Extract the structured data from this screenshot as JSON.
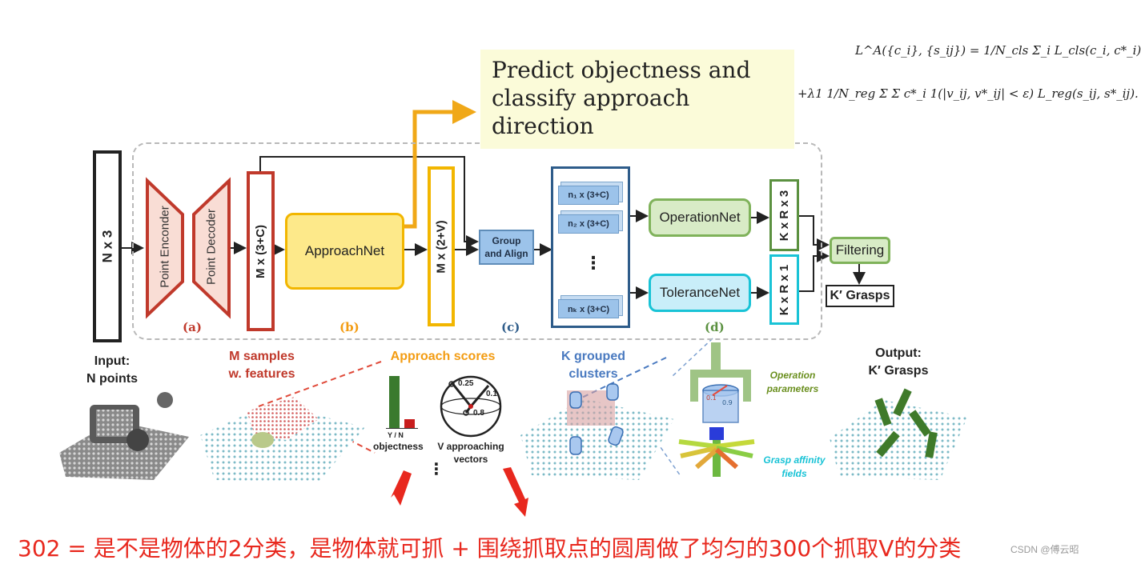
{
  "callout": {
    "line1": "Predict objectness and",
    "line2": "classify approach",
    "line3": "direction"
  },
  "formula": {
    "line1": "L^A({c_i}, {s_ij}) = 1/N_cls Σ_i L_cls(c_i, c*_i)",
    "line2": "+λ1 1/N_reg Σ Σ c*_i 1(|v_ij, v*_ij| < ε) L_reg(s_ij, s*_ij)."
  },
  "blocks": {
    "input": "N x 3",
    "encoder": "Point Enconder",
    "decoder": "Point Decoder",
    "seed_features": "M x (3+C)",
    "approachnet": "ApproachNet",
    "approach_out": "M x (2+V)",
    "group_align": "Group and Align",
    "clusters": [
      "n₁ x (3+C)",
      "n₂ x (3+C)",
      "⋮",
      "nₖ x (3+C)"
    ],
    "operationnet": "OperationNet",
    "tolerancenet": "ToleranceNet",
    "op_out": "K x R x 3",
    "tol_out": "K x R x 1",
    "filtering": "Filtering",
    "output": "K′ Grasps"
  },
  "stage_labels": {
    "a": "(a)",
    "b": "(b)",
    "c": "(c)",
    "d": "(d)"
  },
  "captions": {
    "input": "Input:\nN points",
    "samples": "M samples\nw. features",
    "scores": "Approach scores",
    "grouped": "K grouped\nclusters",
    "output": "Output:\nK′ Grasps",
    "objectness": "objectness",
    "y_n": "Y / N",
    "vectors": "V approaching\nvectors",
    "dots": "⋮",
    "op_params": "Operation\nparameters",
    "affinity": "Grasp affinity\nfields",
    "sphere_025": "0.25",
    "sphere_01": "0.1",
    "sphere_08": "0.8"
  },
  "chinese_note": "302 = 是不是物体的2分类，是物体就可抓 + 围绕抓取点的圆周做了均匀的300个抓取V的分类",
  "watermark": "CSDN @傅云昭",
  "colors": {
    "encoder_red": "#c0392b",
    "approach_orange": "#f5a623",
    "approachnet_fill": "#fde98a",
    "yellow_border": "#f2b600",
    "cluster_blue": "#2e5c8a",
    "green_net": "#7fb25a",
    "green_fill": "#d8ebc6",
    "tolerance_cyan": "#19c3d6",
    "tolerance_fill": "#c9eef9",
    "callout_fill": "#fbfbd9",
    "note_red": "#e8281e"
  }
}
